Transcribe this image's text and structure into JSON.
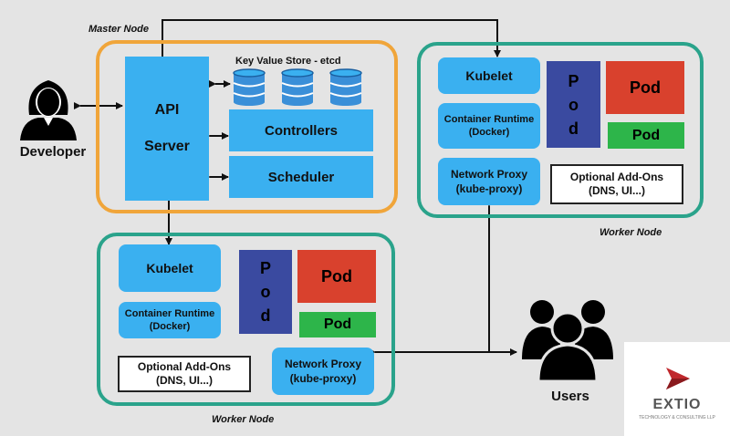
{
  "master": {
    "label": "Master Node",
    "api_line1": "API",
    "api_line2": "Server",
    "etcd_label": "Key Value Store - etcd",
    "controllers": "Controllers",
    "scheduler": "Scheduler"
  },
  "worker_top": {
    "label": "Worker Node",
    "kubelet": "Kubelet",
    "runtime_line1": "Container Runtime",
    "runtime_line2": "(Docker)",
    "proxy_line1": "Network Proxy",
    "proxy_line2": "(kube-proxy)",
    "addons_line1": "Optional Add-Ons",
    "addons_line2": "(DNS, UI...)",
    "pod_vertical": [
      "P",
      "o",
      "d"
    ],
    "pod_red": "Pod",
    "pod_green": "Pod"
  },
  "worker_bottom": {
    "label": "Worker Node",
    "kubelet": "Kubelet",
    "runtime_line1": "Container Runtime",
    "runtime_line2": "(Docker)",
    "proxy_line1": "Network Proxy",
    "proxy_line2": "(kube-proxy)",
    "addons_line1": "Optional Add-Ons",
    "addons_line2": "(DNS, UI...)",
    "pod_vertical": [
      "P",
      "o",
      "d"
    ],
    "pod_red": "Pod",
    "pod_green": "Pod"
  },
  "developer_label": "Developer",
  "users_label": "Users",
  "logo": {
    "name": "EXTIO",
    "tagline": "TECHNOLOGY & CONSULTING LLP"
  },
  "colors": {
    "master_border": "#f0a53a",
    "worker_border": "#2aa38b",
    "component_blue": "#3ab0f0",
    "pod_navy": "#3a4aa0",
    "pod_red": "#d9412d",
    "pod_green": "#2db54a",
    "logo_red": "#c0282d"
  }
}
